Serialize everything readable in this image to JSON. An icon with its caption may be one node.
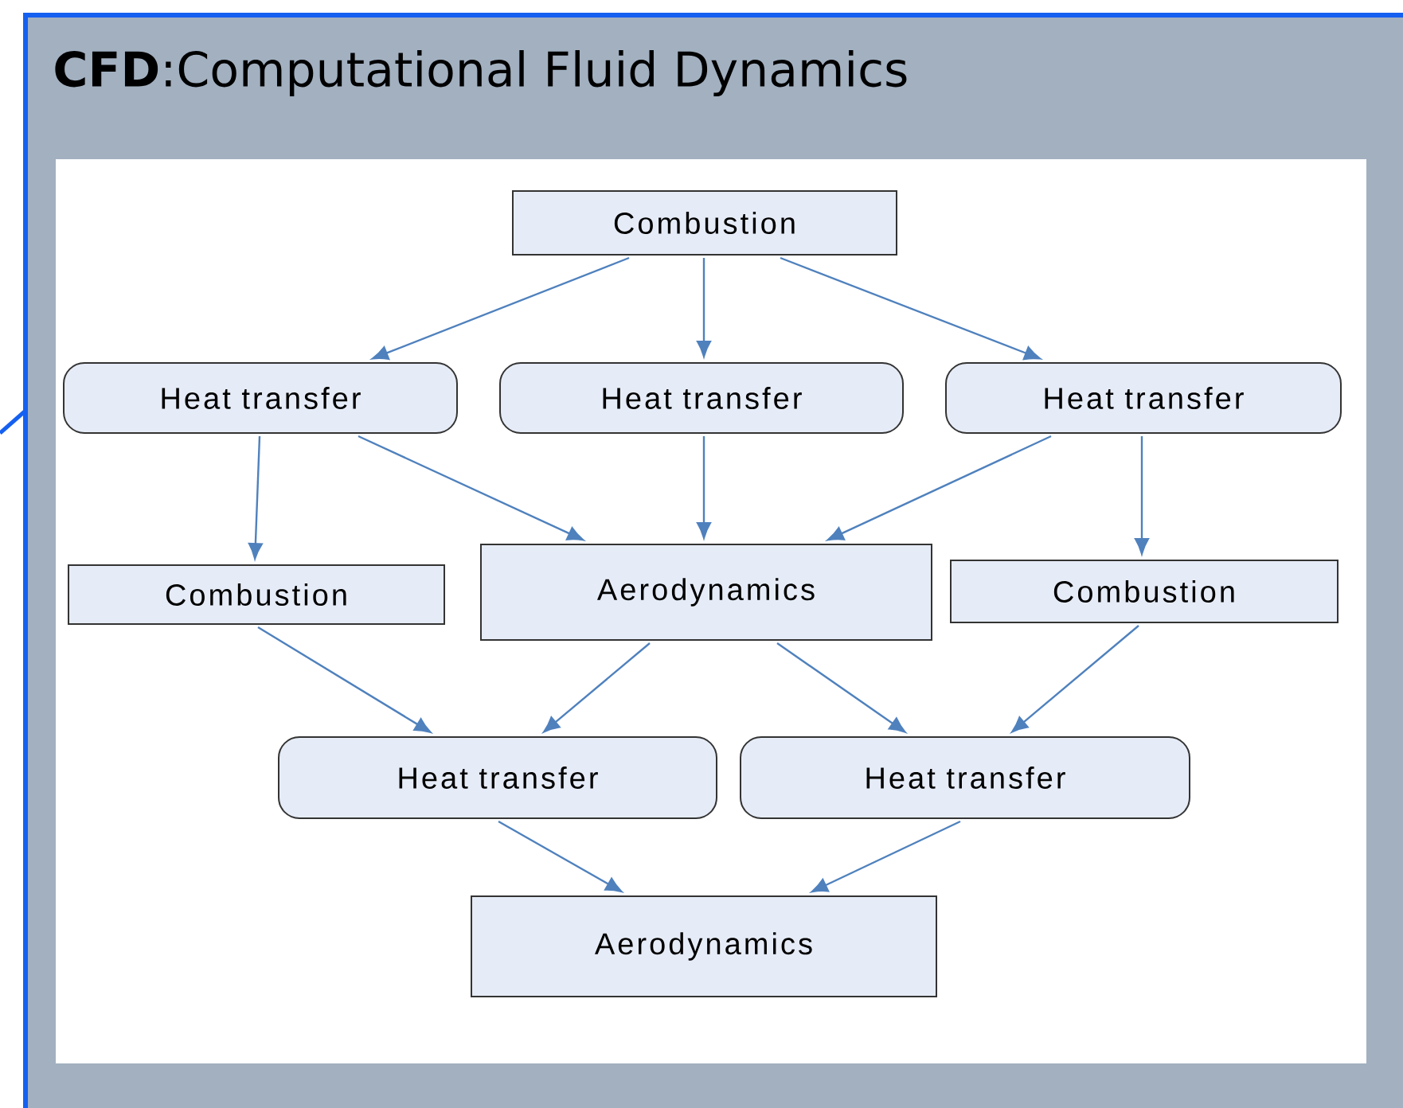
{
  "diagram": {
    "title": "**CFD**:Computational Fluid Dynamics",
    "nodes": [
      {
        "text": [
          "Combustion"
        ]
      },
      {
        "text": [
          "Heat transfer"
        ]
      },
      {
        "text": [
          "Heat transfer"
        ]
      },
      {
        "text": [
          "Heat transfer"
        ]
      },
      {
        "text": [
          "Combustion"
        ]
      },
      {
        "text": [
          "Aerodynamics"
        ]
      },
      {
        "text": [
          "Combustion"
        ]
      },
      {
        "text": [
          "Heat transfer"
        ]
      },
      {
        "text": [
          "Heat transfer"
        ]
      },
      {
        "text": [
          "Aerodynamics"
        ]
      }
    ],
    "edges": [
      {
        "from": 0,
        "to": 1,
        "arrow": "to"
      },
      {
        "from": 0,
        "to": 2,
        "arrow": "to"
      },
      {
        "from": 0,
        "to": 3,
        "arrow": "to"
      },
      {
        "from": 1,
        "to": 4,
        "arrow": "to"
      },
      {
        "from": 1,
        "to": 5,
        "arrow": "to"
      },
      {
        "from": 2,
        "to": 5,
        "arrow": "to"
      },
      {
        "from": 3,
        "to": 5,
        "arrow": "to"
      },
      {
        "from": 3,
        "to": 6,
        "arrow": "to"
      },
      {
        "from": 4,
        "to": 7,
        "arrow": "to"
      },
      {
        "from": 5,
        "to": 7,
        "arrow": "to"
      },
      {
        "from": 5,
        "to": 8,
        "arrow": "to"
      },
      {
        "from": 6,
        "to": 8,
        "arrow": "to"
      },
      {
        "from": 7,
        "to": 9,
        "arrow": "to"
      },
      {
        "from": 8,
        "to": 9,
        "arrow": "to"
      }
    ]
  }
}
